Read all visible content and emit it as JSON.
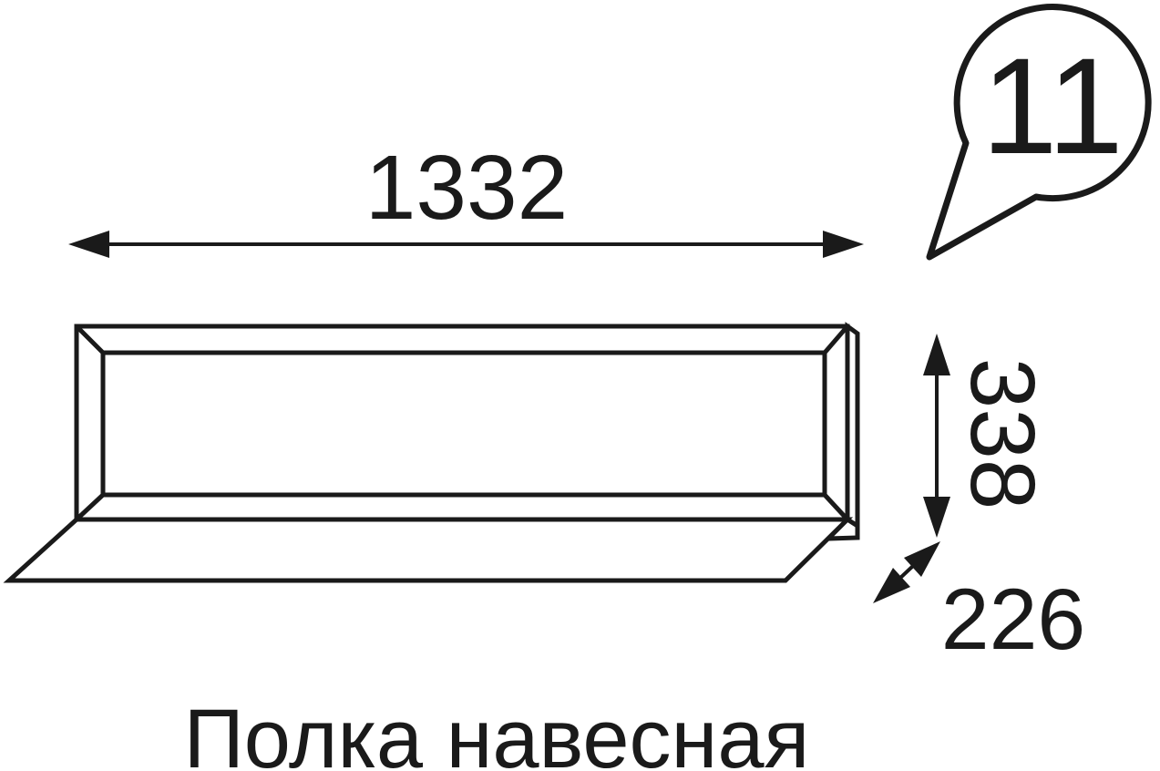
{
  "callout": {
    "number": "11"
  },
  "dimensions": {
    "width": "1332",
    "height": "338",
    "depth": "226"
  },
  "caption": "Полка навесная",
  "colors": {
    "line": "#1a1a1a",
    "background": "#ffffff"
  }
}
